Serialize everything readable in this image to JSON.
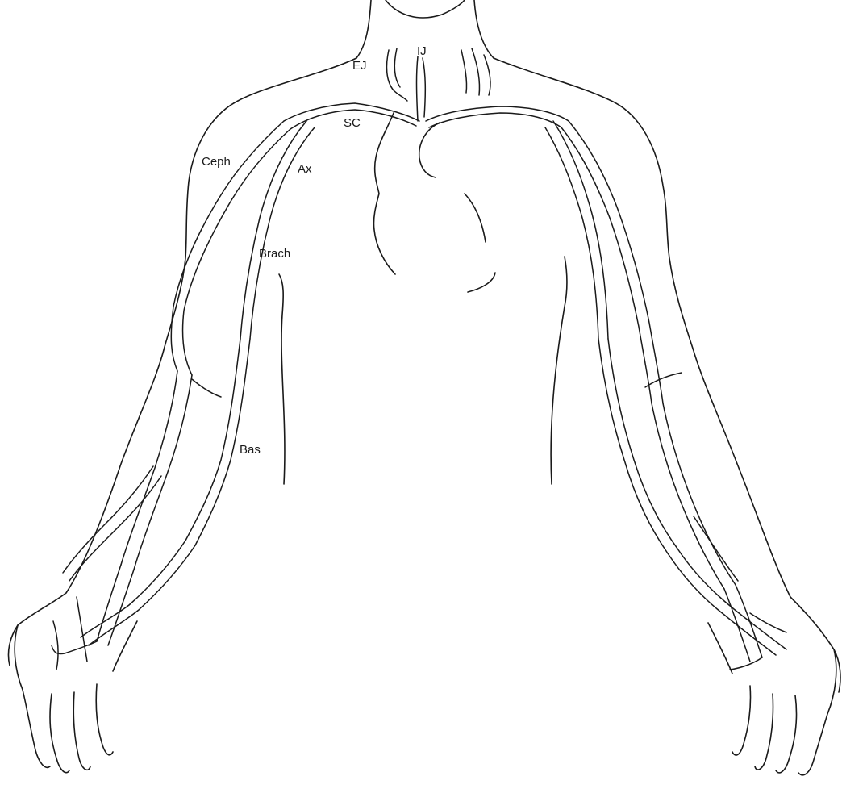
{
  "labels": {
    "ij": "IJ",
    "ej": "EJ",
    "sc": "SC",
    "ceph": "Ceph",
    "ax": "Ax",
    "brach": "Brach",
    "bas": "Bas"
  },
  "colors": {
    "line": "#1a1a1a",
    "background": "#ffffff"
  }
}
